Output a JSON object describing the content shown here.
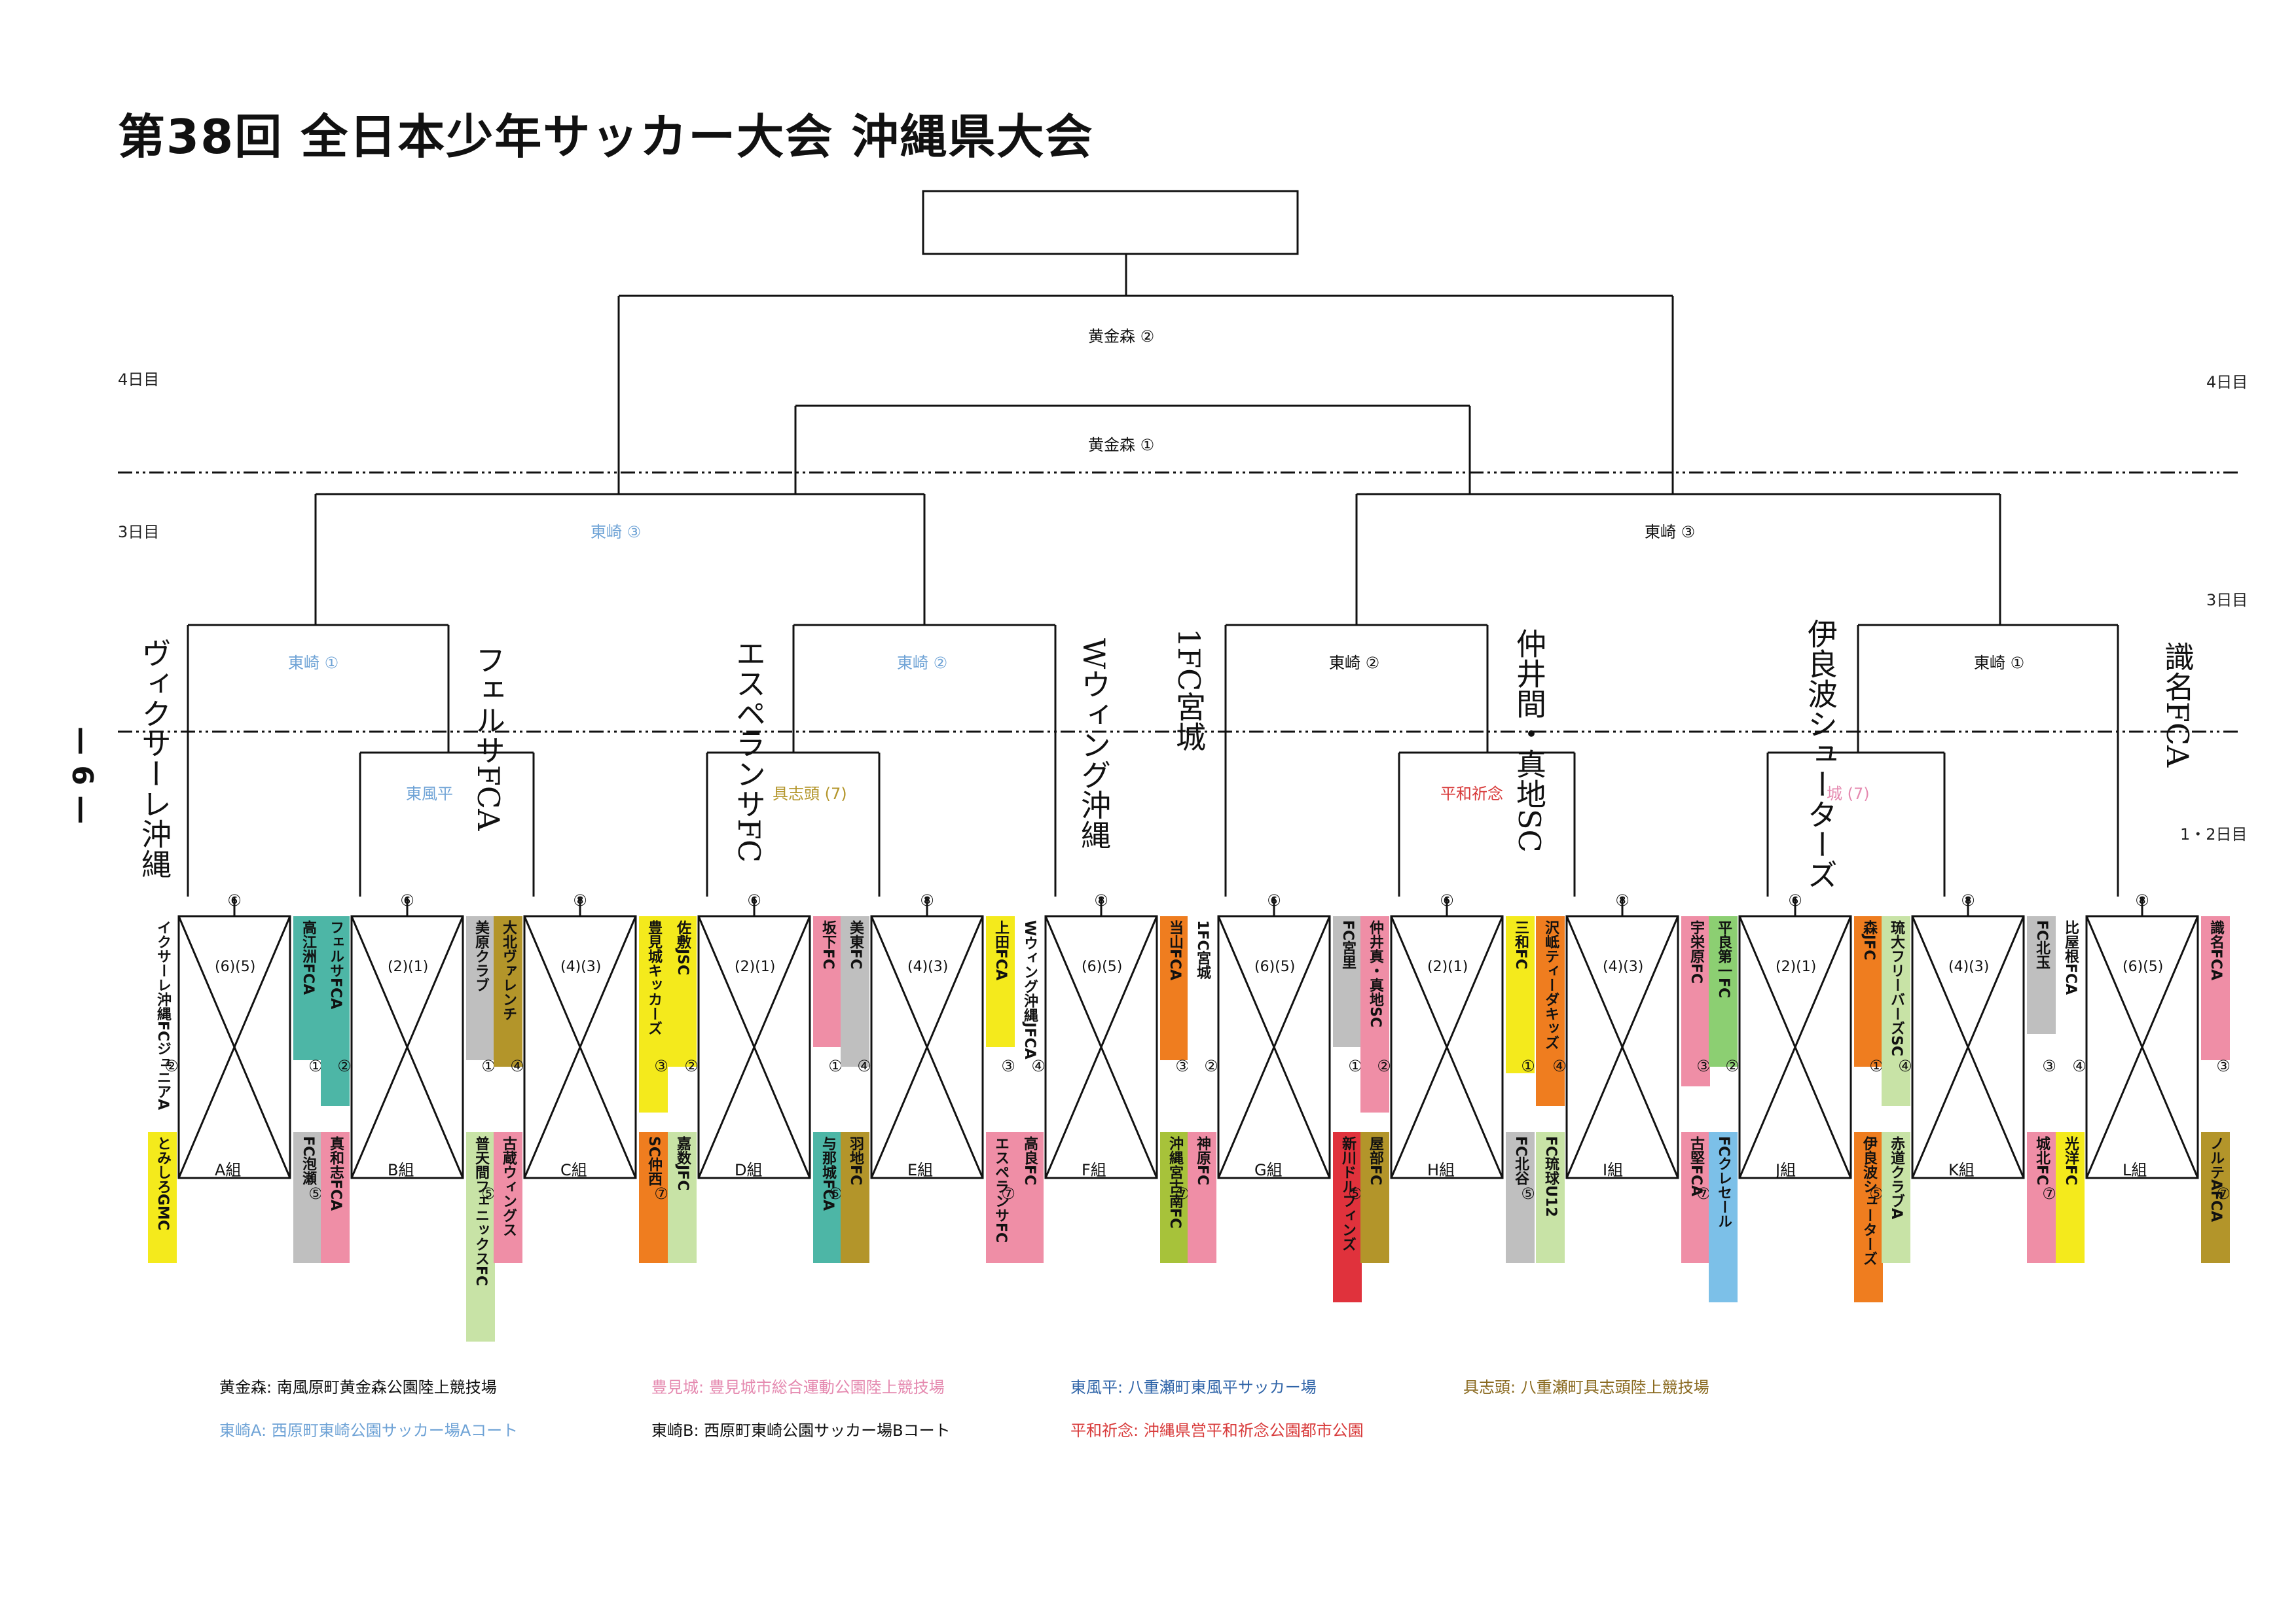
{
  "title": "第38回 全日本少年サッカー大会 沖縄県大会",
  "page_number": "— 6 —",
  "days": {
    "day4": "4日目",
    "day3": "3日目",
    "day12": "1・2日目"
  },
  "venue_labels": {
    "final_round": "黄金森 ②",
    "semi_round": "黄金森 ①",
    "qf_left": "東崎 ③",
    "qf_right": "東崎 ③",
    "r16_1": "東崎 ①",
    "r16_2": "東崎 ②",
    "r16_3": "東崎 ②",
    "r16_4": "東崎 ①",
    "r32_1": "東風平",
    "r32_2": "具志頭 (7)",
    "r32_3": "平和祈念",
    "r32_4": "城 (7)"
  },
  "winners": [
    "ヴィクサーレ沖縄",
    "フェルサFCA",
    "エスペランサFC",
    "Wウィング沖縄",
    "1FC宮城",
    "仲井間・真地SC",
    "伊良波シューターズ",
    "識名FCA"
  ],
  "groups": [
    {
      "name": "A組",
      "score": "(6)(5)",
      "teams": [
        "イクサーレ沖縄FCジュニアA",
        "高江洲FCA",
        "FC泡瀬",
        "とみしろGMC"
      ],
      "nums": [
        "⑥",
        "①",
        "⑤",
        "②"
      ]
    },
    {
      "name": "B組",
      "score": "(2)(1)",
      "teams": [
        "フェルサFCA",
        "美原クラブ",
        "普天間フェニックスFC",
        "真和志FCA"
      ],
      "nums": [
        "⑥",
        "①",
        "⑤",
        "②"
      ]
    },
    {
      "name": "C組",
      "score": "(4)(3)",
      "teams": [
        "大北ヴァレンチ",
        "豊見城キッカーズ",
        "SC仲西",
        "古蔵ウィングス"
      ],
      "nums": [
        "⑧",
        "③",
        "⑦",
        "④"
      ]
    },
    {
      "name": "D組",
      "score": "(2)(1)",
      "teams": [
        "佐敷JSC",
        "坂下FC",
        "与那城FCA",
        "嘉数JFC"
      ],
      "nums": [
        "⑥",
        "①",
        "⑤",
        "②"
      ]
    },
    {
      "name": "E組",
      "score": "(4)(3)",
      "teams": [
        "美東FC",
        "上田FCA",
        "エスペランサFC",
        "羽地FC"
      ],
      "nums": [
        "⑧",
        "③",
        "⑦",
        "④"
      ]
    },
    {
      "name": "F組",
      "score": "(6)(5)",
      "teams": [
        "Wウィング沖縄JFCA",
        "当山FCA",
        "沖縄宮古南FC",
        "高良FC"
      ],
      "nums": [
        "⑧",
        "③",
        "⑦",
        "④"
      ]
    },
    {
      "name": "G組",
      "score": "(6)(5)",
      "teams": [
        "1FC宮城",
        "FC宮里",
        "新川ドルフィンズ",
        "神原FC"
      ],
      "nums": [
        "⑥",
        "①",
        "⑤",
        "②"
      ]
    },
    {
      "name": "H組",
      "score": "(2)(1)",
      "teams": [
        "仲井真・真地SC",
        "三和FC",
        "FC北谷",
        "屋部FC"
      ],
      "nums": [
        "⑥",
        "①",
        "⑤",
        "②"
      ]
    },
    {
      "name": "I組",
      "score": "(4)(3)",
      "teams": [
        "沢岻ティーダキッズ",
        "宇栄原FC",
        "古堅FCA",
        "FC琉球U12"
      ],
      "nums": [
        "⑧",
        "③",
        "⑦",
        "④"
      ]
    },
    {
      "name": "J組",
      "score": "(2)(1)",
      "teams": [
        "平良第一FC",
        "森JFC",
        "伊良波シューターズ",
        "FCクレセール"
      ],
      "nums": [
        "⑥",
        "①",
        "⑤",
        "②"
      ]
    },
    {
      "name": "K組",
      "score": "(4)(3)",
      "teams": [
        "琉大フリーバーズSC",
        "FC北玉",
        "城北FC",
        "赤道クラブA"
      ],
      "nums": [
        "⑧",
        "③",
        "⑦",
        "④"
      ]
    },
    {
      "name": "L組",
      "score": "(6)(5)",
      "teams": [
        "比屋根FCA",
        "識名FCA",
        "ノルテAFCA",
        "光洋FC"
      ],
      "nums": [
        "⑧",
        "③",
        "⑦",
        "④"
      ]
    }
  ],
  "footer": {
    "r1c1": "黄金森: 南風原町黄金森公園陸上競技場",
    "r1c2": "豊見城: 豊見城市総合運動公園陸上競技場",
    "r1c3": "東風平: 八重瀬町東風平サッカー場",
    "r1c4": "具志頭: 八重瀬町具志頭陸上競技場",
    "r2c1": "東崎A: 西原町東崎公園サッカー場Aコート",
    "r2c2": "東崎B: 西原町東崎公園サッカー場Bコート",
    "r2c3": "平和祈念: 沖縄県営平和祈念公園都市公園"
  },
  "colors": {
    "teal": "#4db6a6",
    "pink": "#ef8ea6",
    "olive": "#b3952a",
    "yellow": "#f4ea1c",
    "grey": "#bfbfbf",
    "orange": "#ef7d1f",
    "green": "#8ccf72",
    "lightgreen": "#c8e3a6",
    "red": "#e0323c",
    "sky": "#7cc0e8",
    "lime": "#a7c23a",
    "purple": "#d48cc4",
    "blue_text": "#6fa3d6",
    "red_text": "#d83a3a",
    "pink_text": "#e58ab0"
  }
}
